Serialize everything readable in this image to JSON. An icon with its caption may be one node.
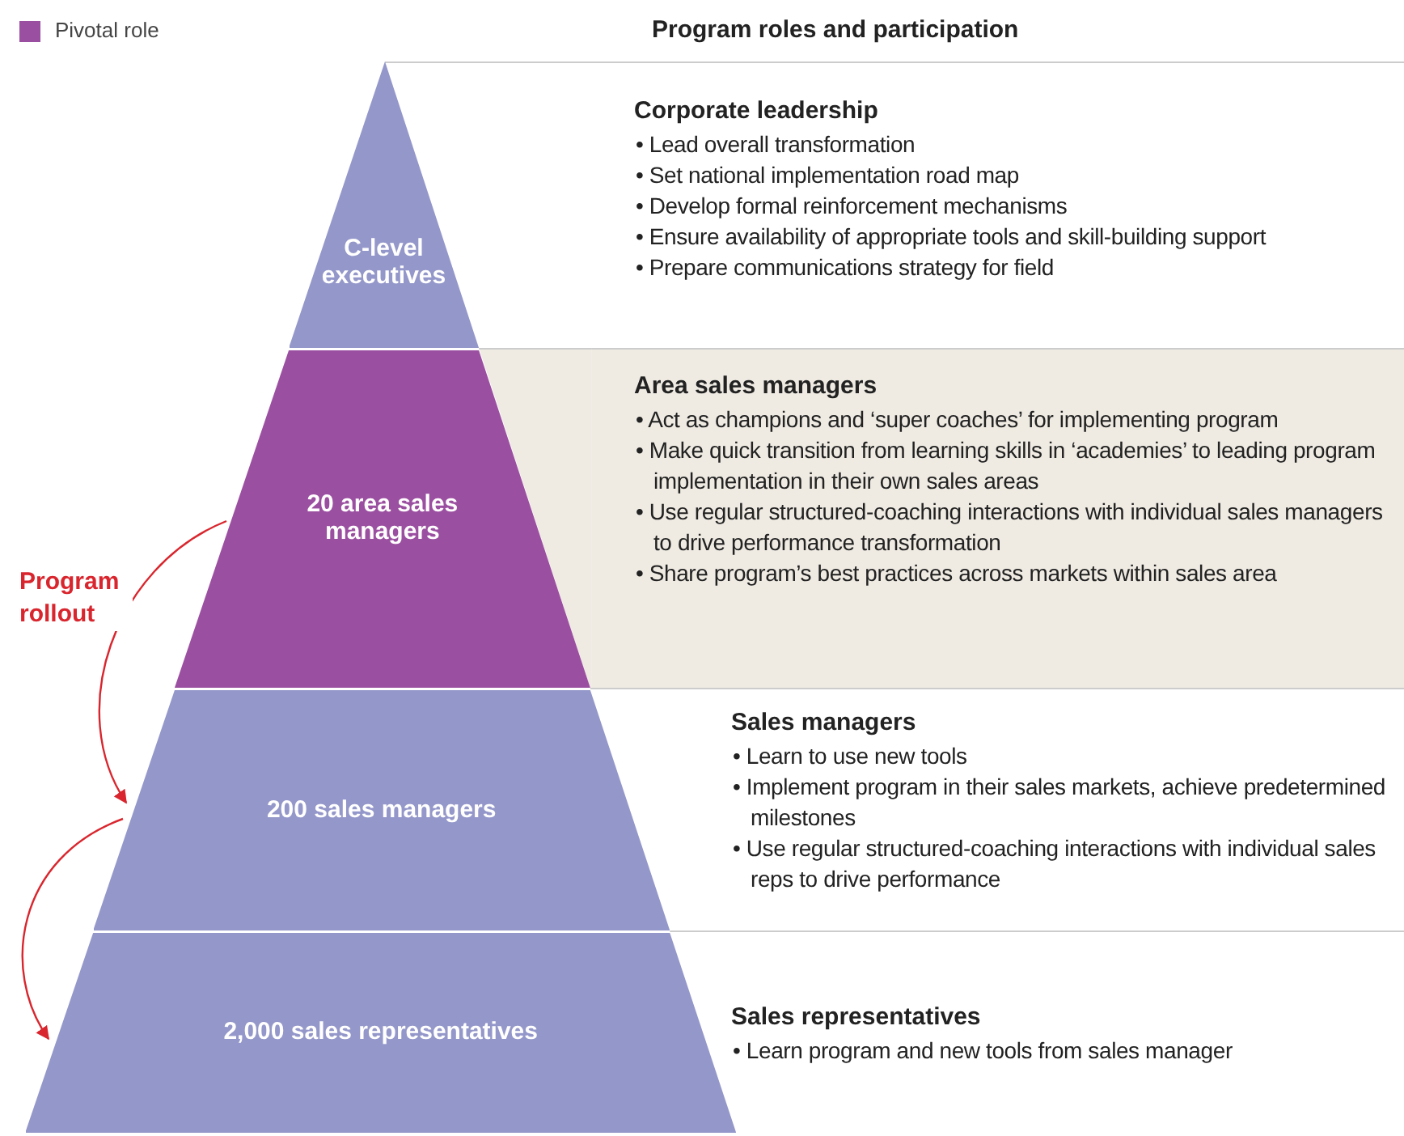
{
  "diagram": {
    "title": "Program roles and participation",
    "nodes": [
      {
        "text": [
          "C-level executives"
        ]
      },
      {
        "text": [
          "20 area sales managers"
        ]
      },
      {
        "text": [
          "200 sales managers"
        ]
      },
      {
        "text": [
          "2,000 sales representatives"
        ]
      },
      {
        "text": [
          "Corporate leadership",
          "• Lead overall transformation",
          "• Set national implementation road map",
          "• Develop formal reinforcement mechanisms",
          "• Ensure availability of appropriate tools and skill-building support",
          "• Prepare communications strategy for field"
        ]
      },
      {
        "text": [
          "Area sales managers",
          "• Act as champions and ‘super coaches’ for implementing program",
          "• Make quick transition from learning skills in ‘academies’ to leading program implementation in their own sales areas",
          "• Use regular structured-coaching interactions with individual sales managers to drive performance transformation",
          "• Share program’s best practices across markets within sales area"
        ]
      },
      {
        "text": [
          "Sales managers",
          "• Learn to use new tools",
          "• Implement program in their sales markets, achieve predetermined milestones",
          "• Use regular structured-coaching interactions with individual sales reps to drive performance"
        ]
      },
      {
        "text": [
          "Sales representatives",
          "• Learn program and new tools from sales manager"
        ]
      }
    ],
    "edges": [
      {
        "from": 1,
        "to": 2,
        "arrow": "to",
        "label": "Program rollout",
        "color": "#d9262e"
      },
      {
        "from": 2,
        "to": 3,
        "arrow": "to",
        "color": "#d9262e"
      }
    ],
    "legend": [
      {
        "text": "Pivotal role",
        "color": "#9b4fa0"
      }
    ]
  }
}
